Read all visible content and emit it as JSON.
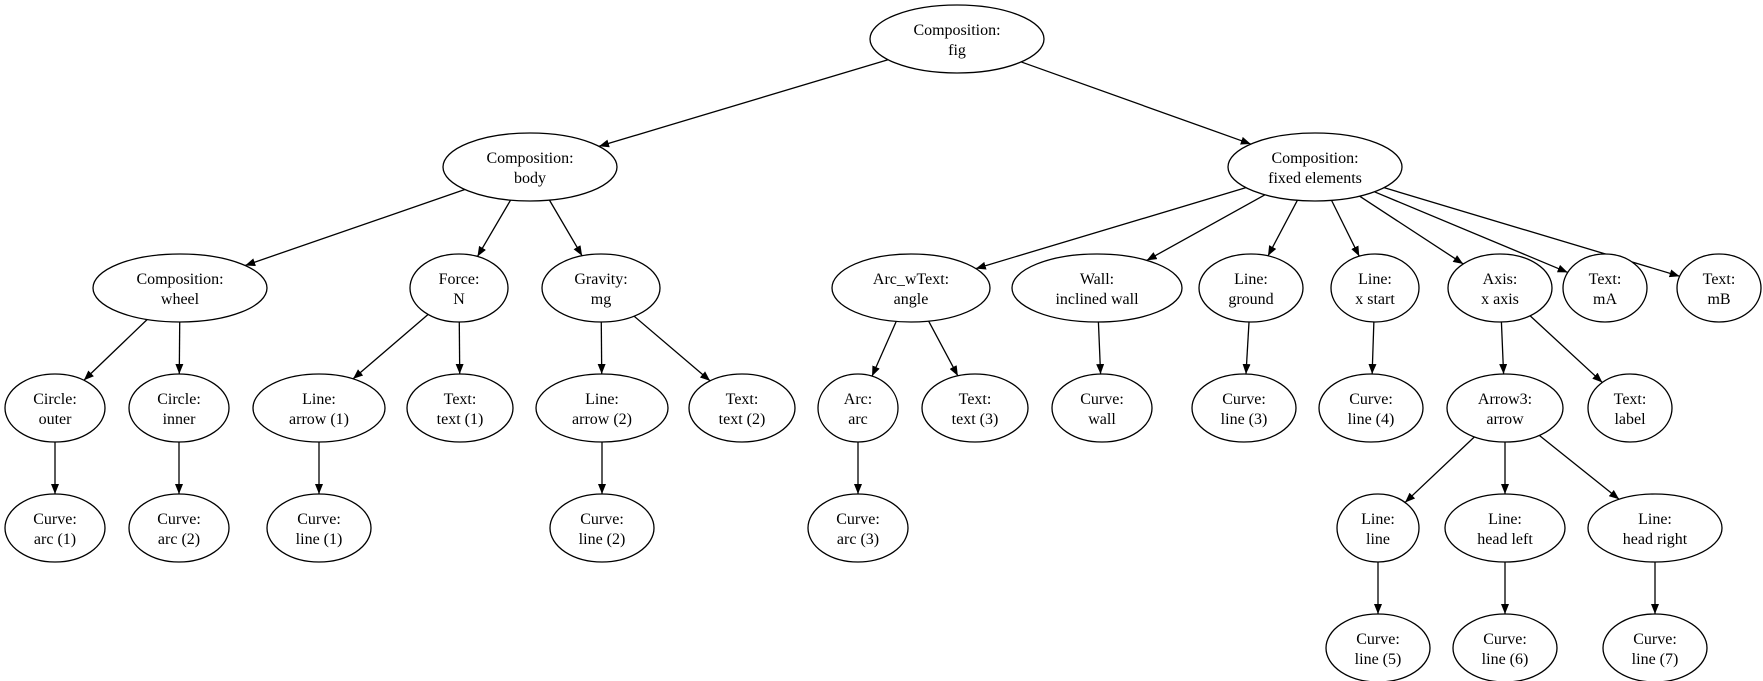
{
  "nodes": [
    {
      "id": "fig",
      "line1": "Composition:",
      "line2": "fig"
    },
    {
      "id": "body",
      "line1": "Composition:",
      "line2": "body"
    },
    {
      "id": "fixed",
      "line1": "Composition:",
      "line2": "fixed elements"
    },
    {
      "id": "wheel",
      "line1": "Composition:",
      "line2": "wheel"
    },
    {
      "id": "forceN",
      "line1": "Force:",
      "line2": "N"
    },
    {
      "id": "gravity",
      "line1": "Gravity:",
      "line2": "mg"
    },
    {
      "id": "outer",
      "line1": "Circle:",
      "line2": "outer"
    },
    {
      "id": "inner",
      "line1": "Circle:",
      "line2": "inner"
    },
    {
      "id": "arc1",
      "line1": "Curve:",
      "line2": "arc (1)"
    },
    {
      "id": "arc2",
      "line1": "Curve:",
      "line2": "arc (2)"
    },
    {
      "id": "arrow1",
      "line1": "Line:",
      "line2": "arrow (1)"
    },
    {
      "id": "text1",
      "line1": "Text:",
      "line2": "text (1)"
    },
    {
      "id": "line1",
      "line1": "Curve:",
      "line2": "line (1)"
    },
    {
      "id": "arrow2",
      "line1": "Line:",
      "line2": "arrow (2)"
    },
    {
      "id": "text2",
      "line1": "Text:",
      "line2": "text (2)"
    },
    {
      "id": "line2",
      "line1": "Curve:",
      "line2": "line (2)"
    },
    {
      "id": "angle",
      "line1": "Arc_wText:",
      "line2": "angle"
    },
    {
      "id": "wall",
      "line1": "Wall:",
      "line2": "inclined wall"
    },
    {
      "id": "ground",
      "line1": "Line:",
      "line2": "ground"
    },
    {
      "id": "xstart",
      "line1": "Line:",
      "line2": "x start"
    },
    {
      "id": "xaxis",
      "line1": "Axis:",
      "line2": "x axis"
    },
    {
      "id": "mA",
      "line1": "Text:",
      "line2": "mA"
    },
    {
      "id": "mB",
      "line1": "Text:",
      "line2": "mB"
    },
    {
      "id": "arcnode",
      "line1": "Arc:",
      "line2": "arc"
    },
    {
      "id": "text3",
      "line1": "Text:",
      "line2": "text (3)"
    },
    {
      "id": "arc3",
      "line1": "Curve:",
      "line2": "arc (3)"
    },
    {
      "id": "curvewall",
      "line1": "Curve:",
      "line2": "wall"
    },
    {
      "id": "line3",
      "line1": "Curve:",
      "line2": "line (3)"
    },
    {
      "id": "line4",
      "line1": "Curve:",
      "line2": "line (4)"
    },
    {
      "id": "arrow3",
      "line1": "Arrow3:",
      "line2": "arrow"
    },
    {
      "id": "label",
      "line1": "Text:",
      "line2": "label"
    },
    {
      "id": "lineline",
      "line1": "Line:",
      "line2": "line"
    },
    {
      "id": "headleft",
      "line1": "Line:",
      "line2": "head left"
    },
    {
      "id": "headright",
      "line1": "Line:",
      "line2": "head right"
    },
    {
      "id": "line5",
      "line1": "Curve:",
      "line2": "line (5)"
    },
    {
      "id": "line6",
      "line1": "Curve:",
      "line2": "line (6)"
    },
    {
      "id": "line7",
      "line1": "Curve:",
      "line2": "line (7)"
    }
  ],
  "edges": [
    [
      "fig",
      "body"
    ],
    [
      "fig",
      "fixed"
    ],
    [
      "body",
      "wheel"
    ],
    [
      "body",
      "forceN"
    ],
    [
      "body",
      "gravity"
    ],
    [
      "wheel",
      "outer"
    ],
    [
      "wheel",
      "inner"
    ],
    [
      "outer",
      "arc1"
    ],
    [
      "inner",
      "arc2"
    ],
    [
      "forceN",
      "arrow1"
    ],
    [
      "forceN",
      "text1"
    ],
    [
      "arrow1",
      "line1"
    ],
    [
      "gravity",
      "arrow2"
    ],
    [
      "gravity",
      "text2"
    ],
    [
      "arrow2",
      "line2"
    ],
    [
      "fixed",
      "angle"
    ],
    [
      "fixed",
      "wall"
    ],
    [
      "fixed",
      "ground"
    ],
    [
      "fixed",
      "xstart"
    ],
    [
      "fixed",
      "xaxis"
    ],
    [
      "fixed",
      "mA"
    ],
    [
      "fixed",
      "mB"
    ],
    [
      "angle",
      "arcnode"
    ],
    [
      "angle",
      "text3"
    ],
    [
      "arcnode",
      "arc3"
    ],
    [
      "wall",
      "curvewall"
    ],
    [
      "ground",
      "line3"
    ],
    [
      "xstart",
      "line4"
    ],
    [
      "xaxis",
      "arrow3"
    ],
    [
      "xaxis",
      "label"
    ],
    [
      "arrow3",
      "lineline"
    ],
    [
      "arrow3",
      "headleft"
    ],
    [
      "arrow3",
      "headright"
    ],
    [
      "lineline",
      "line5"
    ],
    [
      "headleft",
      "line6"
    ],
    [
      "headright",
      "line7"
    ]
  ]
}
